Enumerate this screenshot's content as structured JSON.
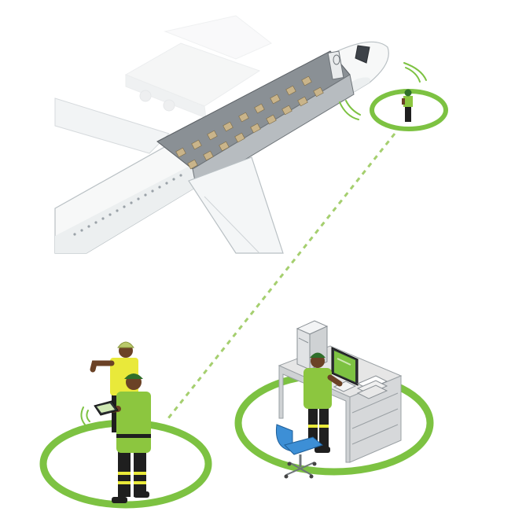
{
  "colors": {
    "accent_green": "#7dc242",
    "dark_green": "#2f6f2a",
    "vest_green": "#8cc63f",
    "hivis_yellow": "#e9e93a",
    "plane_white": "#f7f8f8",
    "plane_outline": "#b9c0c4",
    "cabin_gray": "#6e7479",
    "seat_tan": "#c9b48a",
    "chair_blue": "#3d8fd6",
    "skin": "#6b4226",
    "pants": "#1f1f1f",
    "desk": "#e6e6e6"
  },
  "icons": [
    "airplane-cutaway-icon",
    "ground-vehicle-icon",
    "worker-on-wing-icon",
    "wireless-signal-icon",
    "tablet-icon",
    "computer-tower-icon",
    "monitor-icon",
    "keyboard-icon",
    "office-chair-icon",
    "paper-stack-icon"
  ],
  "connection": {
    "style": "dashed",
    "from": "field-team-zone",
    "to": "remote-worker-zone"
  },
  "zones": [
    "remote-worker-zone",
    "field-team-zone",
    "office-workstation-zone"
  ]
}
